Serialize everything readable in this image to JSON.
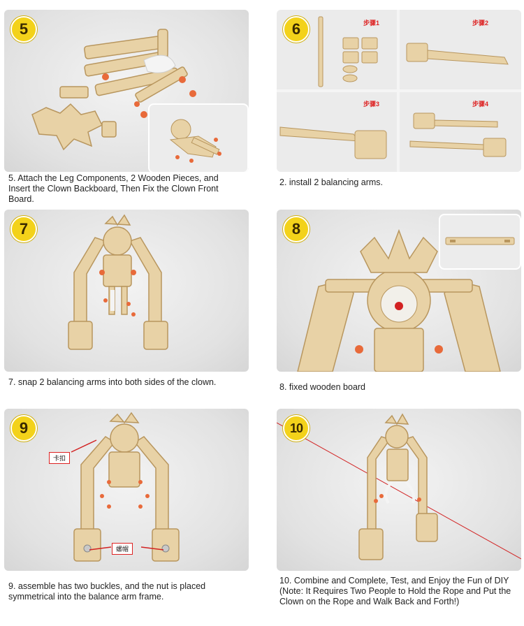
{
  "steps": [
    {
      "badge": "5",
      "caption": "5. Attach the Leg Components, 2 Wooden Pieces, and Insert the Clown Backboard, Then Fix the Clown Front Board."
    },
    {
      "badge": "6",
      "caption": "2. install 2 balancing arms.",
      "sublabels": [
        "步骤1",
        "步骤2",
        "步骤3",
        "步骤4"
      ]
    },
    {
      "badge": "7",
      "caption": "7. snap 2 balancing arms into both sides of the clown."
    },
    {
      "badge": "8",
      "caption": "8. fixed wooden board"
    },
    {
      "badge": "9",
      "caption": "9. assemble has two buckles, and the nut is placed symmetrical into the balance arm frame.",
      "callouts": [
        "卡扣",
        "螺帽"
      ]
    },
    {
      "badge": "10",
      "caption": "10. Combine and Complete, Test, and Enjoy the Fun of DIY (Note: It Requires Two People to Hold the Rope and Put the Clown on the Rope and Walk Back and Forth!)"
    }
  ],
  "colors": {
    "wood": "#e8d2a6",
    "wood_edge": "#b8965e",
    "accent_red": "#d22222",
    "badge_yellow": "#f3d21a",
    "knob": "#e86a3a"
  }
}
